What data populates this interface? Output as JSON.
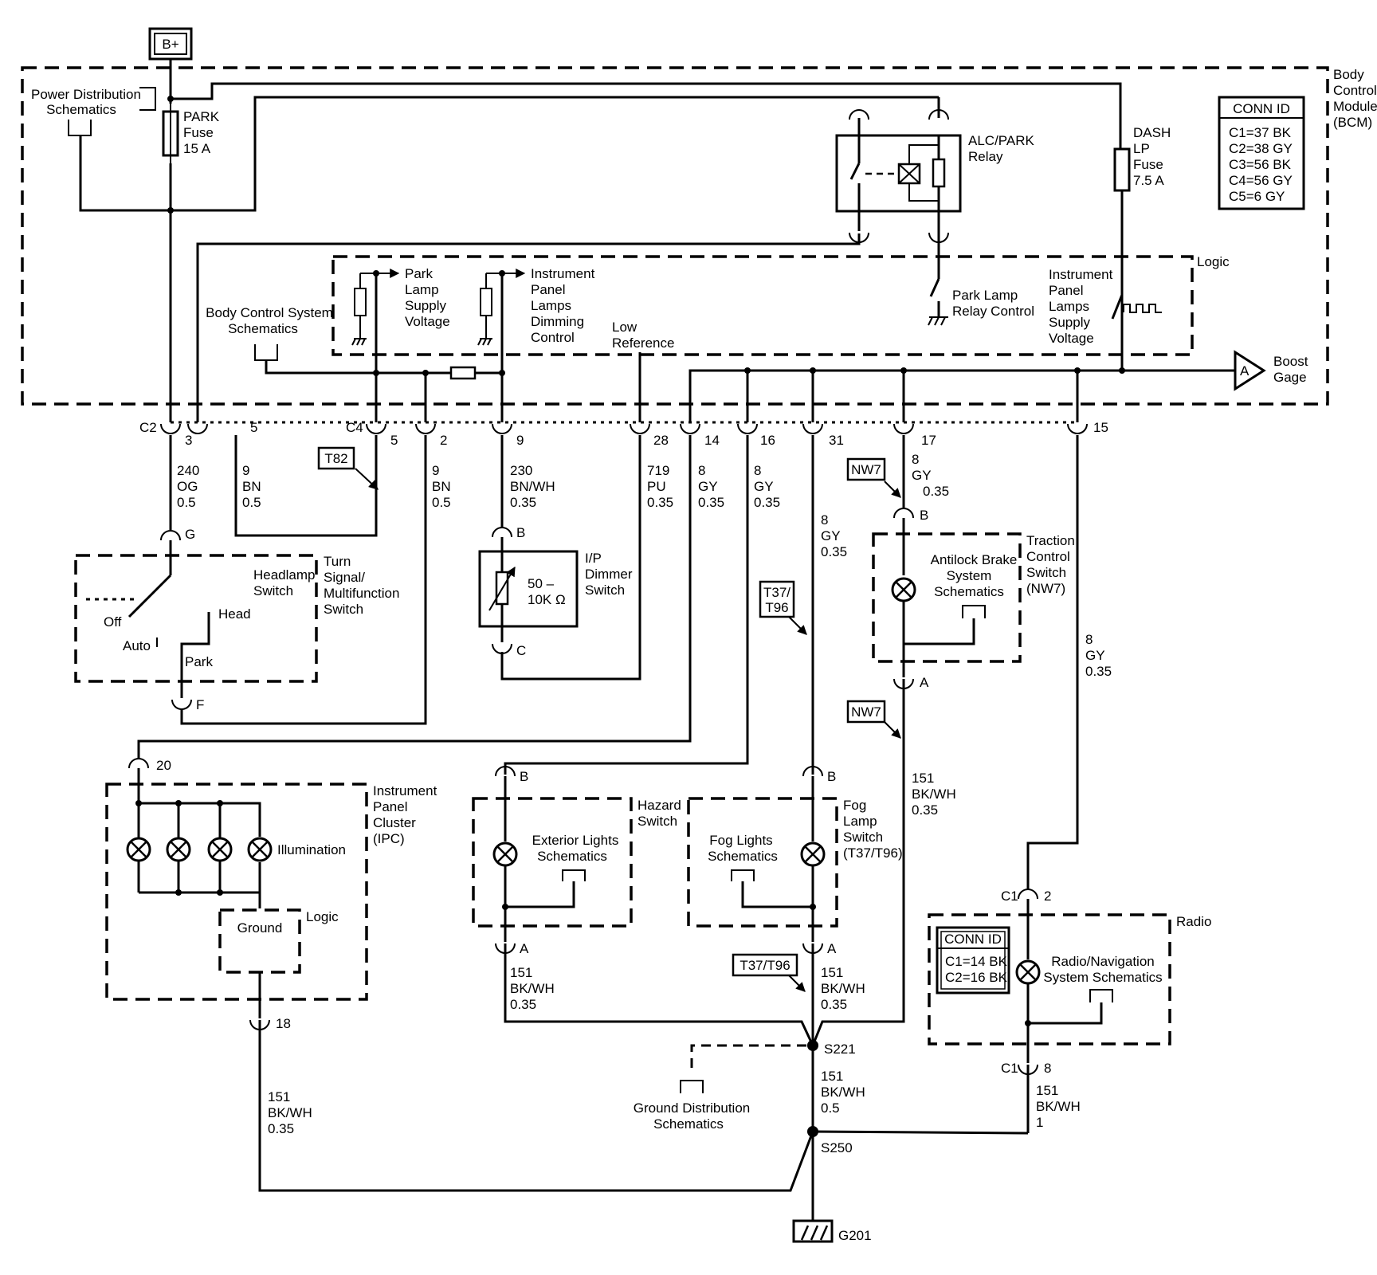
{
  "power": {
    "battery": "B+"
  },
  "bcm": {
    "title": [
      "Body",
      "Control",
      "Module",
      "(BCM)"
    ],
    "conn_id_title": "CONN ID",
    "conn_ids": [
      "C1=37 BK",
      "C2=38 GY",
      "C3=56 BK",
      "C4=56 GY",
      "C5=6 GY"
    ],
    "logic_label": "Logic"
  },
  "refs": {
    "power_distribution": [
      "Power Distribution",
      "Schematics"
    ],
    "body_control_system": [
      "Body Control System",
      "Schematics"
    ],
    "ground_distribution": [
      "Ground Distribution",
      "Schematics"
    ]
  },
  "fuses": {
    "park": [
      "PARK",
      "Fuse",
      "15 A"
    ],
    "dash": [
      "DASH",
      "LP",
      "Fuse",
      "7.5 A"
    ]
  },
  "relay": {
    "label": [
      "ALC/PARK",
      "Relay"
    ]
  },
  "logic_signals": {
    "park_supply": [
      "Park",
      "Lamp",
      "Supply",
      "Voltage"
    ],
    "ip_dimming": [
      "Instrument",
      "Panel",
      "Lamps",
      "Dimming",
      "Control"
    ],
    "low_reference": [
      "Low",
      "Reference"
    ],
    "park_relay_control": [
      "Park Lamp",
      "Relay Control"
    ],
    "ip_supply": [
      "Instrument",
      "Panel",
      "Lamps",
      "Supply",
      "Voltage"
    ]
  },
  "boost": {
    "marker": "A",
    "label": [
      "Boost",
      "Gage"
    ]
  },
  "connectors": {
    "c2": "C2",
    "c4": "C4",
    "c1": "C1",
    "pins_bcm": [
      "3",
      "5",
      "5",
      "2",
      "9",
      "28",
      "14",
      "16",
      "31",
      "17",
      "15"
    ]
  },
  "wires": {
    "w240": [
      "240",
      "OG",
      "0.5"
    ],
    "w9a": [
      "9",
      "BN",
      "0.5"
    ],
    "w9b": [
      "9",
      "BN",
      "0.5"
    ],
    "w230": [
      "230",
      "BN/WH",
      "0.35"
    ],
    "w719": [
      "719",
      "PU",
      "0.35"
    ],
    "w8_14": [
      "8",
      "GY",
      "0.35"
    ],
    "w8_16": [
      "8",
      "GY",
      "0.35"
    ],
    "w8_31": [
      "8",
      "GY",
      "0.35"
    ],
    "w8_17": [
      "8",
      "GY",
      "0.35"
    ],
    "w8_15": [
      "8",
      "GY",
      "0.35"
    ],
    "w151_ipc": [
      "151",
      "BK/WH",
      "0.35"
    ],
    "w151_haz": [
      "151",
      "BK/WH",
      "0.35"
    ],
    "w151_fog": [
      "151",
      "BK/WH",
      "0.35"
    ],
    "w151_abs": [
      "151",
      "BK/WH",
      "0.35"
    ],
    "w151_s221": [
      "151",
      "BK/WH",
      "0.5"
    ],
    "w151_radio": [
      "151",
      "BK/WH",
      "1"
    ]
  },
  "options": {
    "t82": "T82",
    "nw7": "NW7",
    "t37_t96_stack": [
      "T37/",
      "T96"
    ],
    "t37_t96": "T37/T96"
  },
  "headlamp": {
    "title": [
      "Turn",
      "Signal/",
      "Multifunction",
      "Switch"
    ],
    "switch_label": [
      "Headlamp",
      "Switch"
    ],
    "positions": {
      "off": "Off",
      "auto": "Auto",
      "head": "Head",
      "park": "Park"
    },
    "pins": {
      "g": "G",
      "f": "F"
    }
  },
  "dimmer": {
    "title": [
      "I/P",
      "Dimmer",
      "Switch"
    ],
    "value": [
      "50 –",
      "10K Ω"
    ],
    "pins": {
      "b": "B",
      "c": "C"
    }
  },
  "traction": {
    "title": [
      "Traction",
      "Control",
      "Switch",
      "(NW7)"
    ],
    "ref": [
      "Antilock Brake",
      "System",
      "Schematics"
    ],
    "pins": {
      "b": "B",
      "a": "A"
    }
  },
  "ipc": {
    "title": [
      "Instrument",
      "Panel",
      "Cluster",
      "(IPC)"
    ],
    "illumination": "Illumination",
    "ground": "Ground",
    "logic": "Logic",
    "pins": {
      "top": "20",
      "bottom": "18"
    }
  },
  "hazard": {
    "title": [
      "Hazard",
      "Switch"
    ],
    "ref": [
      "Exterior Lights",
      "Schematics"
    ],
    "pins": {
      "b": "B",
      "a": "A"
    }
  },
  "fog": {
    "title": [
      "Fog",
      "Lamp",
      "Switch",
      "(T37/T96)"
    ],
    "ref": [
      "Fog Lights",
      "Schematics"
    ],
    "pins": {
      "b": "B",
      "a": "A"
    }
  },
  "radio": {
    "title": "Radio",
    "conn_id_title": "CONN ID",
    "conn_ids": [
      "C1=14 BK",
      "C2=16 BK"
    ],
    "ref": [
      "Radio/Navigation",
      "System Schematics"
    ],
    "pins": {
      "top_conn": "C1",
      "top_pin": "2",
      "bottom_conn": "C1",
      "bottom_pin": "8"
    }
  },
  "splices": {
    "s221": "S221",
    "s250": "S250"
  },
  "ground": {
    "g201": "G201"
  }
}
